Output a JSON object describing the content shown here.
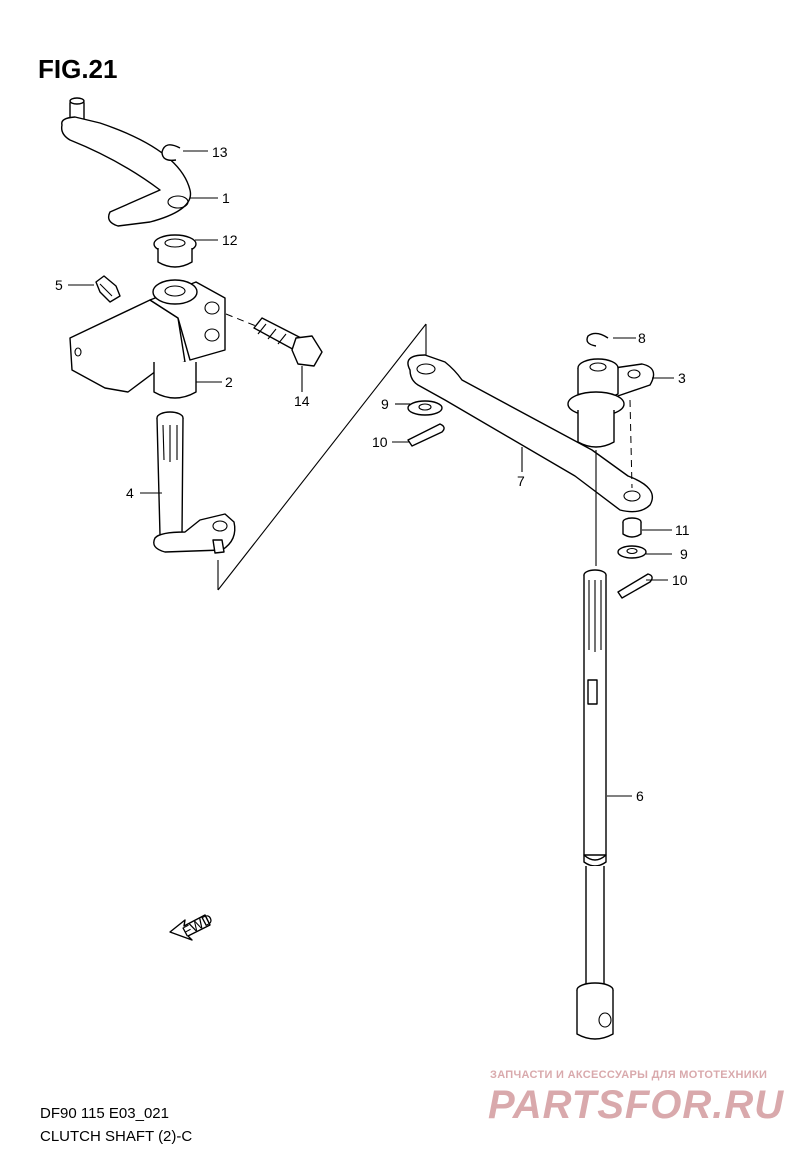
{
  "figure": {
    "title": "FIG.21",
    "code": "DF90 115 E03_021",
    "name": "CLUTCH SHAFT (2)-C"
  },
  "callouts": {
    "c1": "1",
    "c2": "2",
    "c3": "3",
    "c4": "4",
    "c5": "5",
    "c6": "6",
    "c7": "7",
    "c8": "8",
    "c9a": "9",
    "c9b": "9",
    "c10a": "10",
    "c10b": "10",
    "c11": "11",
    "c12": "12",
    "c13": "13",
    "c14": "14"
  },
  "fwd_label": "FWD",
  "watermark": {
    "tagline": "ЗАПЧАСТИ И АКСЕССУАРЫ ДЛЯ МОТОТЕХНИКИ",
    "brand": "PARTSFOR.RU"
  },
  "colors": {
    "line": "#000000",
    "watermark": "#d9a9ac",
    "background": "#ffffff"
  }
}
